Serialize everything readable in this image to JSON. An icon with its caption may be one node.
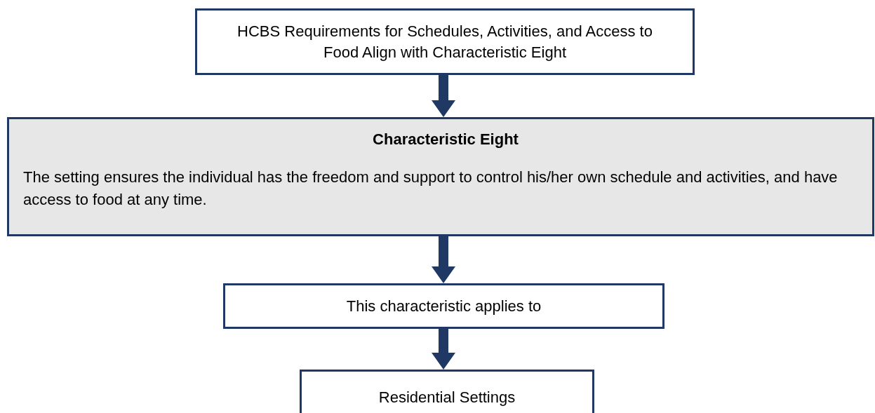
{
  "diagram": {
    "nodes": [
      {
        "text": [
          "HCBS Requirements for Schedules, Activities, and Access to Food Align with Characteristic Eight"
        ]
      },
      {
        "text": [
          "Characteristic Eight",
          "The setting ensures the individual has the freedom and support to control his/her own schedule and activities, and have access to food at any time."
        ]
      },
      {
        "text": [
          "This characteristic applies to"
        ]
      },
      {
        "text": [
          "Residential Settings"
        ]
      }
    ],
    "edges": [
      {
        "from": 0,
        "to": 1,
        "arrow": "to"
      },
      {
        "from": 1,
        "to": 2,
        "arrow": "to"
      },
      {
        "from": 2,
        "to": 3,
        "arrow": "to"
      }
    ]
  }
}
